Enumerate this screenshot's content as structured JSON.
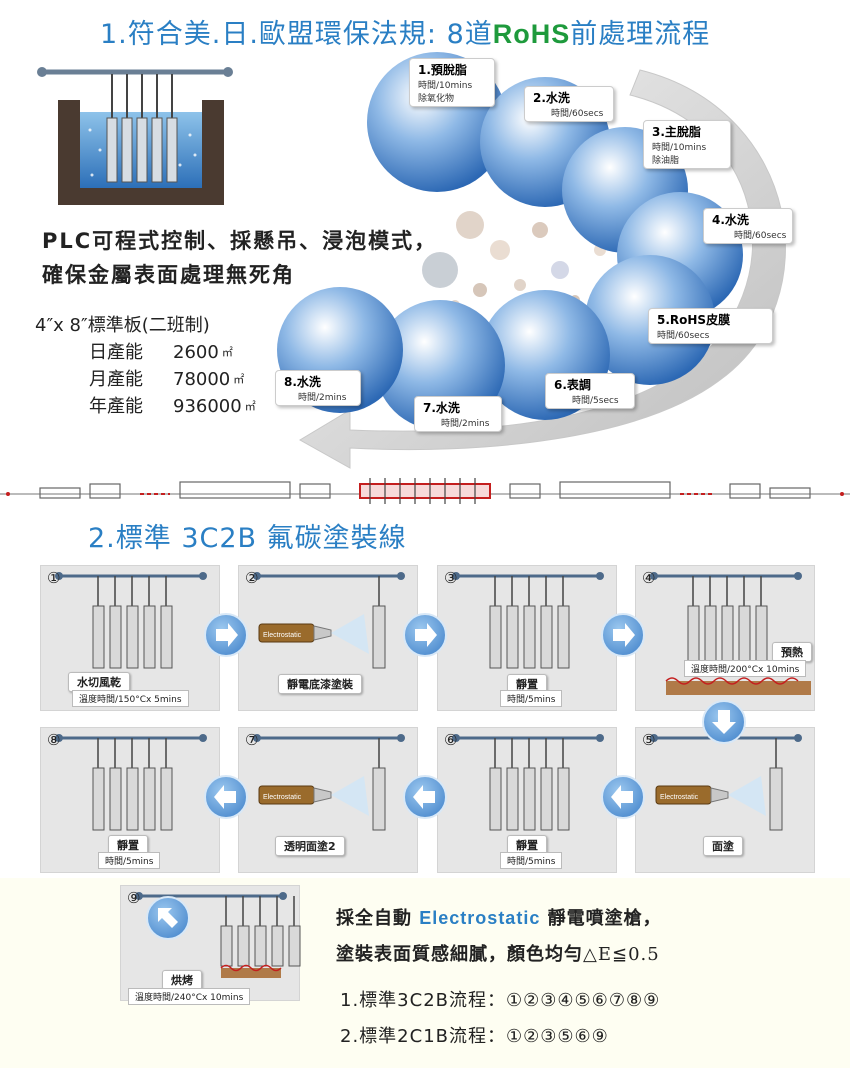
{
  "section1": {
    "title_a": "1.符合美.日.歐盟環保法規: 8道",
    "title_rohs": "RoHS",
    "title_b": "前處理流程",
    "plc_line1": "PLC可程式控制、採懸吊、浸泡模式，",
    "plc_line2": "確保金屬表面處理無死角",
    "capacity_header": "4″x 8″標準板(二班制)",
    "capacity": [
      {
        "label": "日產能",
        "value": "2600",
        "unit": "㎡"
      },
      {
        "label": "月產能",
        "value": "78000",
        "unit": "㎡"
      },
      {
        "label": "年產能",
        "value": "936000",
        "unit": "㎡"
      }
    ],
    "steps": [
      {
        "name": "1.預脫脂",
        "time": "時間/10mins",
        "note": "除氧化物"
      },
      {
        "name": "2.水洗",
        "time": "時間/60secs",
        "note": ""
      },
      {
        "name": "3.主脫脂",
        "time": "時間/10mins",
        "note": "除油脂"
      },
      {
        "name": "4.水洗",
        "time": "時間/60secs",
        "note": ""
      },
      {
        "name": "5.RoHS皮膜",
        "time": "時間/60secs",
        "note": ""
      },
      {
        "name": "6.表調",
        "time": "時間/5secs",
        "note": ""
      },
      {
        "name": "7.水洗",
        "time": "時間/2mins",
        "note": ""
      },
      {
        "name": "8.水洗",
        "time": "時間/2mins",
        "note": ""
      }
    ]
  },
  "section2": {
    "title": "2.標準 3C2B 氟碳塗裝線",
    "electrostatic_label": "Electrostatic",
    "panels": [
      {
        "num": "①",
        "name": "水切風乾",
        "sub": "溫度時間/150°Cx 5mins"
      },
      {
        "num": "②",
        "name": "靜電底漆塗裝",
        "sub": ""
      },
      {
        "num": "③",
        "name": "靜置",
        "sub": "時間/5mins"
      },
      {
        "num": "④",
        "name": "預熱",
        "sub": "溫度時間/200°Cx 10mins"
      },
      {
        "num": "⑧",
        "name": "靜置",
        "sub": "時間/5mins"
      },
      {
        "num": "⑦",
        "name": "透明面塗2",
        "sub": ""
      },
      {
        "num": "⑥",
        "name": "靜置",
        "sub": "時間/5mins"
      },
      {
        "num": "⑤",
        "name": "面塗",
        "sub": ""
      },
      {
        "num": "⑨",
        "name": "烘烤",
        "sub": "溫度時間/240°Cx 10mins"
      }
    ]
  },
  "footer": {
    "line1_a": "採全自動 ",
    "line1_es": "Electrostatic",
    "line1_b": " 靜電噴塗槍，",
    "line2_a": "塗裝表面質感細膩，顏色均勻",
    "line2_b": "△E≦0.5",
    "flow1": "1.標準3C2B流程：①②③④⑤⑥⑦⑧⑨",
    "flow2": "2.標準2C1B流程：①②③⑤⑥⑨"
  },
  "colors": {
    "title_blue": "#2a7fc4",
    "rohs_green": "#1e9a3c",
    "sphere_blue": "#3d7fc8"
  }
}
